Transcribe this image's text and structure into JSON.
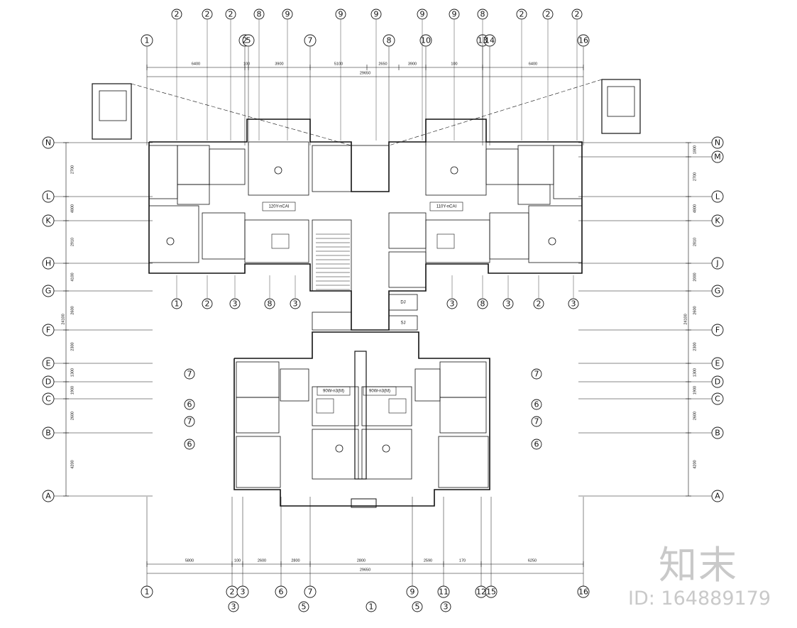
{
  "drawing": {
    "top_axes": [
      "1",
      "2",
      "5",
      "7",
      "8",
      "10",
      "13",
      "14",
      "16"
    ],
    "bottom_axes": [
      "1",
      "2",
      "3",
      "6",
      "7",
      "9",
      "11",
      "12",
      "15",
      "16"
    ],
    "left_axes": [
      "N",
      "L",
      "K",
      "H",
      "G",
      "F",
      "E",
      "D",
      "C",
      "B",
      "A"
    ],
    "right_axes": [
      "N",
      "M",
      "L",
      "K",
      "J",
      "G",
      "F",
      "E",
      "D",
      "C",
      "B",
      "A"
    ],
    "top_dimensions": [
      "6400",
      "100",
      "3900",
      "5100",
      "2650",
      "3900",
      "100",
      "6400"
    ],
    "top_total": "29650",
    "bottom_dimensions": [
      "5800",
      "100",
      "2600",
      "2800",
      "2800",
      "2590",
      "170",
      "6250"
    ],
    "bottom_total": "29650",
    "left_dimensions": [
      "2700",
      "4800",
      "2910",
      "4100",
      "2600",
      "2300",
      "1300",
      "1900",
      "2600",
      "4200"
    ],
    "left_total": "24100",
    "right_dimensions": [
      "1800",
      "2700",
      "4800",
      "2810",
      "2000",
      "2600",
      "2300",
      "1300",
      "1900",
      "2600",
      "4200"
    ],
    "right_total": "24100",
    "unit_tags": [
      "120Y-nCAI",
      "110Y-nCAI",
      "90W-n3(M)",
      "90W-n3(M)"
    ],
    "core_labels": [
      "DJ",
      "SJ"
    ],
    "bubble_tags": [
      "1",
      "2",
      "3",
      "5",
      "6",
      "7",
      "8",
      "9"
    ]
  },
  "watermark": {
    "logo_text": "知末",
    "id_text": "ID: 164889179"
  }
}
